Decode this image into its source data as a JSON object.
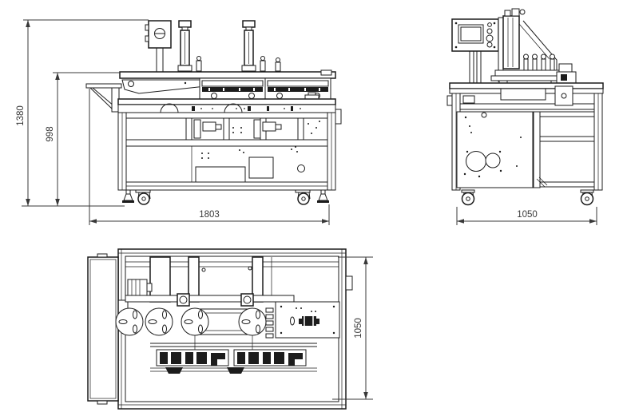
{
  "colors": {
    "background": "#ffffff",
    "line": "#1c1c1c",
    "dimension": "#383838"
  },
  "views": {
    "front": {
      "dims": {
        "overall_height": "1380",
        "table_height": "998",
        "overall_length": "1803"
      }
    },
    "side": {
      "dims": {
        "overall_depth": "1050"
      }
    },
    "top": {
      "dims": {
        "overall_depth": "1050"
      }
    }
  }
}
